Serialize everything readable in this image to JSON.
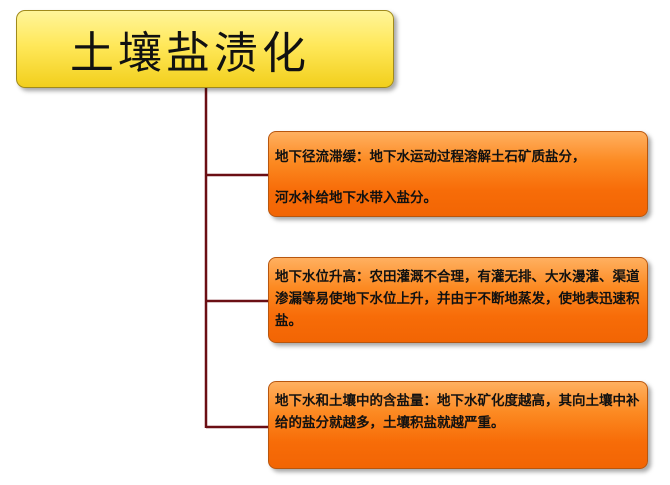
{
  "title": "土壤盐渍化",
  "colors": {
    "title_fill": "#ffe85a",
    "branch_fill": "#f76c08",
    "connector": "#6b0f14"
  },
  "branches": [
    {
      "line1": "地下径流滞缓：地下水运动过程溶解土石矿质盐分，",
      "line2": "河水补给地下水带入盐分。"
    },
    {
      "text": "地下水位升高：农田灌溉不合理，有灌无排、大水漫灌、渠道渗漏等易使地下水位上升，并由于不断地蒸发，使地表迅速积盐。"
    },
    {
      "text": "地下水和土壤中的含盐量：地下水矿化度越高，其向土壤中补给的盐分就越多，土壤积盐就越严重。"
    }
  ]
}
